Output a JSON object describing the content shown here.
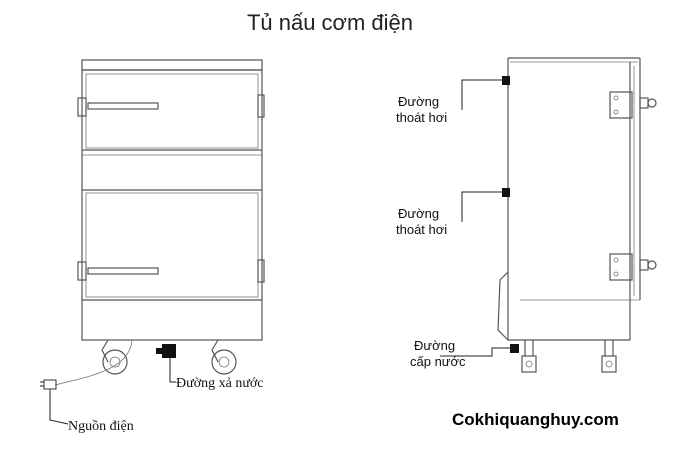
{
  "title": "Tủ nấu cơm điện",
  "front_view": {
    "label_drain": "Đường xả nước",
    "label_power": "Nguồn điện"
  },
  "side_view": {
    "steam_outlet_1": [
      "Đường",
      "thoát hơi"
    ],
    "steam_outlet_2": [
      "Đường",
      "thoát hơi"
    ],
    "water_inlet": [
      "Đường",
      "cấp nước"
    ]
  },
  "brand": "Cokhiquanghuy.com"
}
